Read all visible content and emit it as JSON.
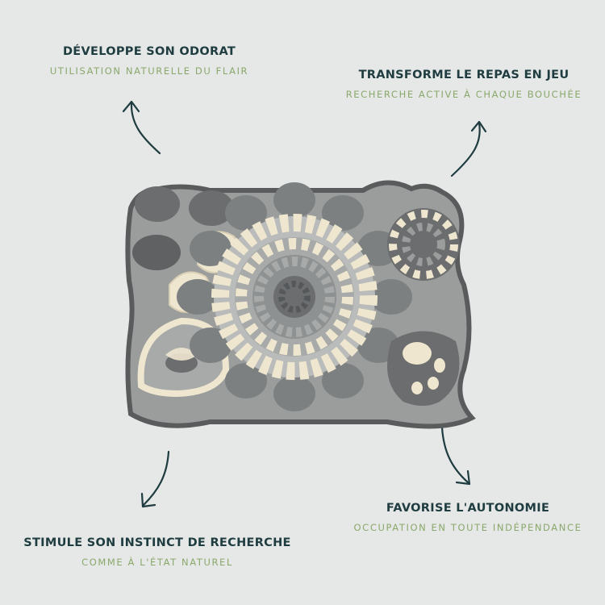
{
  "features": [
    {
      "title": "DÉVELOPPE SON ODORAT",
      "subtitle": "UTILISATION NATURELLE DU FLAIR"
    },
    {
      "title": "TRANSFORME LE REPAS EN JEU",
      "subtitle": "RECHERCHE ACTIVE À CHAQUE BOUCHÉE"
    },
    {
      "title": "STIMULE SON INSTINCT DE RECHERCHE",
      "subtitle": "COMME À L'ÉTAT NATUREL"
    },
    {
      "title": "FAVORISE L'AUTONOMIE",
      "subtitle": "OCCUPATION EN TOUTE INDÉPENDANCE"
    }
  ],
  "colors": {
    "background": "#e6e8e7",
    "title": "#1f3d40",
    "subtitle": "#8aa86b",
    "mat_border": "#595b5c",
    "mat_base": "#9a9d9c",
    "felt_dark": "#6b6d6e",
    "felt_light": "#a7aaa9",
    "felt_cream": "#efe6cf"
  }
}
